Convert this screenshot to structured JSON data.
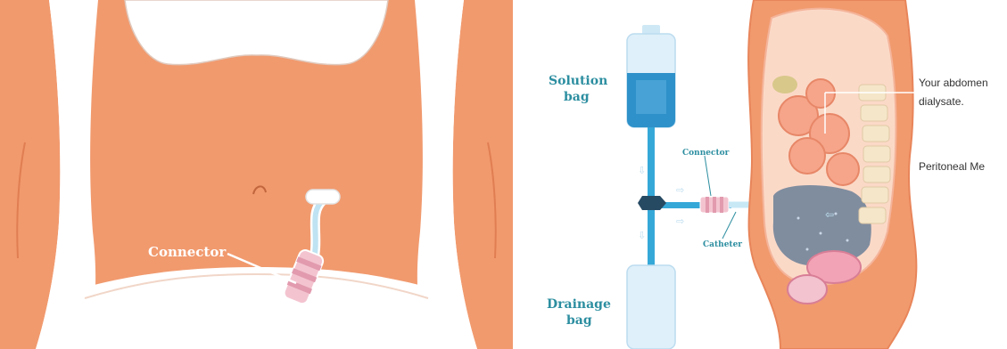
{
  "left_panel": {
    "connector_label": "Connector"
  },
  "right_panel": {
    "solution_bag_line1": "Solution",
    "solution_bag_line2": "bag",
    "drainage_bag_line1": "Drainage",
    "drainage_bag_line2": "bag",
    "connector_label": "Connector",
    "catheter_label": "Catheter",
    "abdomen_text_line1": "Your abdomen",
    "abdomen_text_line2": "dialysate.",
    "membrane_text": "Peritoneal Me"
  },
  "colors": {
    "skin": "#f19a6e",
    "skin_dark": "#e8855a",
    "teal_label": "#2c8ea0",
    "tube_blue": "#36a8d8",
    "fluid_blue": "#2e91c9",
    "spine": "#f5e6c9"
  }
}
